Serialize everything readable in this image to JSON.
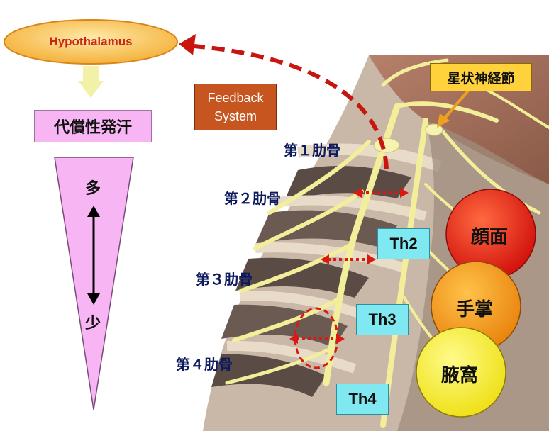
{
  "hypothalamus": {
    "label": "Hypothalamus"
  },
  "compensatory_sweating": {
    "label": "代償性発汗"
  },
  "scale": {
    "top_label": "多",
    "bottom_label": "少"
  },
  "feedback": {
    "line1": "Feedback",
    "line2": "System"
  },
  "stellate_ganglion": {
    "label": "星状神経節"
  },
  "ribs": [
    {
      "label": "第１肋骨"
    },
    {
      "label": "第２肋骨"
    },
    {
      "label": "第３肋骨"
    },
    {
      "label": "第４肋骨"
    }
  ],
  "thoracic_levels": [
    {
      "label": "Th2"
    },
    {
      "label": "Th3"
    },
    {
      "label": "Th4"
    }
  ],
  "regions": [
    {
      "label": "顔面",
      "color": "#e8201c"
    },
    {
      "label": "手掌",
      "color": "#f39a18"
    },
    {
      "label": "腋窩",
      "color": "#f4ea22"
    }
  ],
  "colors": {
    "arrow_red": "#c8150f",
    "nerve_yellow": "#f2ee9a",
    "pink": "#f7b6f3",
    "box_cyan": "#7fe8f0"
  }
}
